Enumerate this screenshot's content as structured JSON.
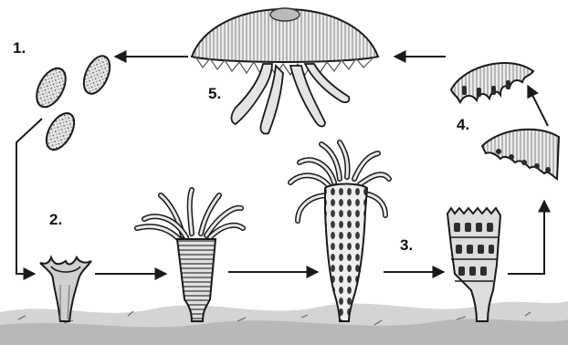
{
  "title": "",
  "stages": [
    {
      "id": "planula-larvae",
      "label": "1."
    },
    {
      "id": "scyphistoma",
      "label": "2."
    },
    {
      "id": "strobila",
      "label": "3."
    },
    {
      "id": "ephyra",
      "label": "4."
    },
    {
      "id": "adult-medusa",
      "label": "5."
    }
  ],
  "colors": {
    "ink": "#1a1a1a",
    "fill": "#d9d9d9",
    "dark": "#555555",
    "ground": "#bdbdbd",
    "background": "#ffffff"
  }
}
